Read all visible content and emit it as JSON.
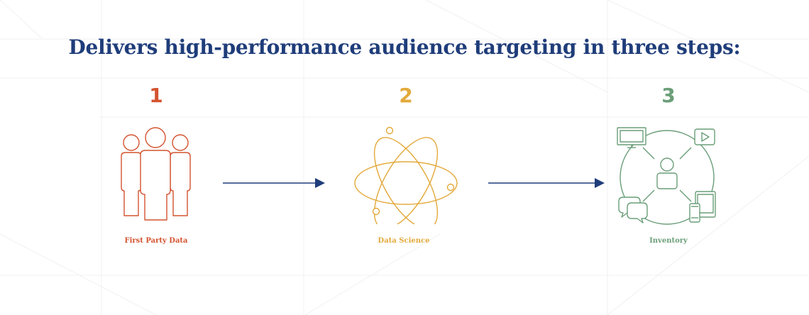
{
  "title": "Delivers high-performance audience targeting in three steps:",
  "colors": {
    "title": "#1f3d7a",
    "step1": "#d4532f",
    "step2": "#e3a93a",
    "step3": "#6a9e78",
    "arrow": "#1f3d7a"
  },
  "steps": [
    {
      "number": "1",
      "caption": "First Party Data",
      "icon": "people-group-icon"
    },
    {
      "number": "2",
      "caption": "Data Science",
      "icon": "atom-icon"
    },
    {
      "number": "3",
      "caption": "Inventory",
      "icon": "device-network-icon"
    }
  ]
}
